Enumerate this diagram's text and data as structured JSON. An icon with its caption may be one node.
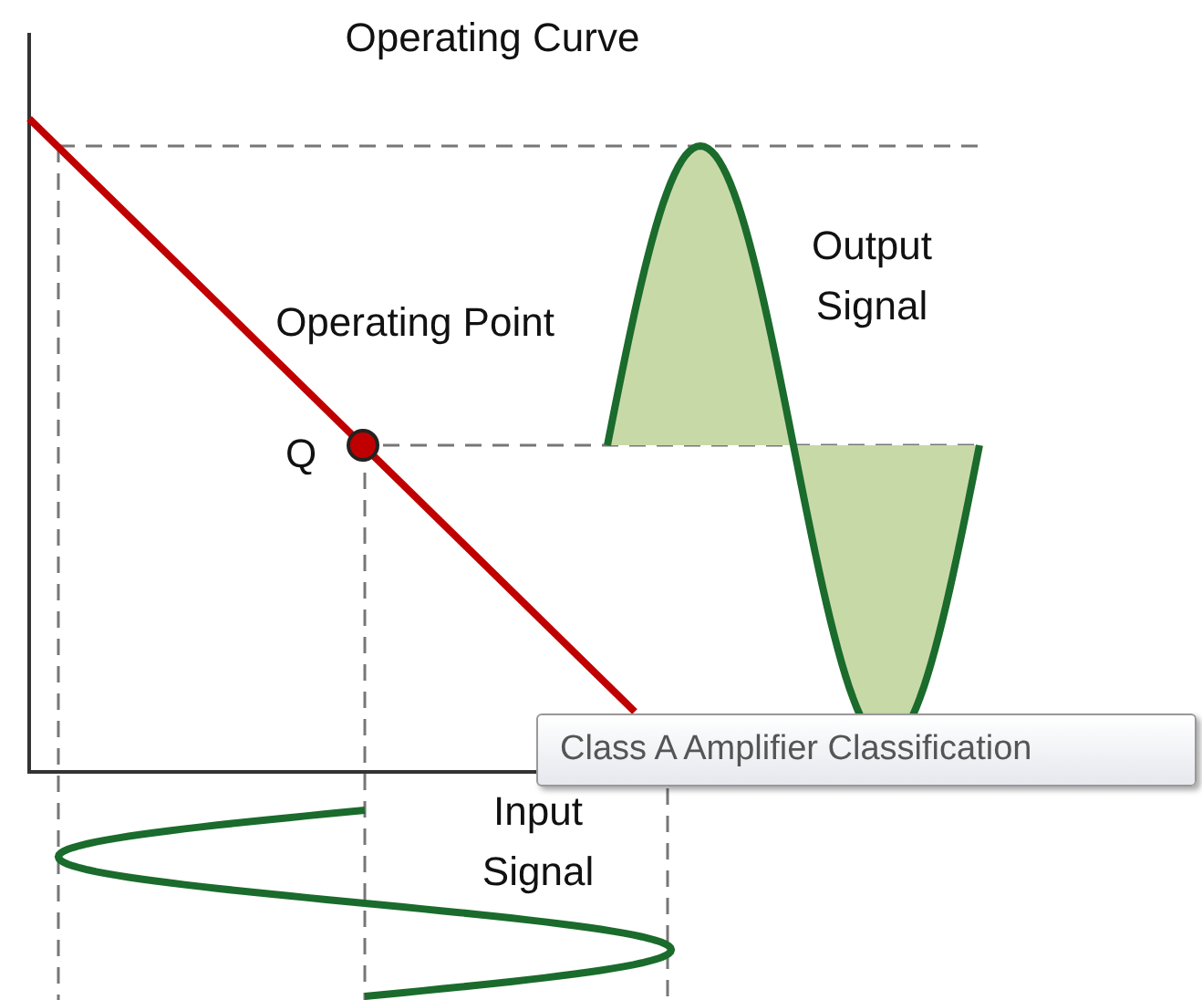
{
  "diagram": {
    "labels": [
      "Operating Curve",
      "Output Signal",
      "Operating Point",
      "Q",
      "Class A Amplifier Classification",
      "Input Signal"
    ]
  }
}
